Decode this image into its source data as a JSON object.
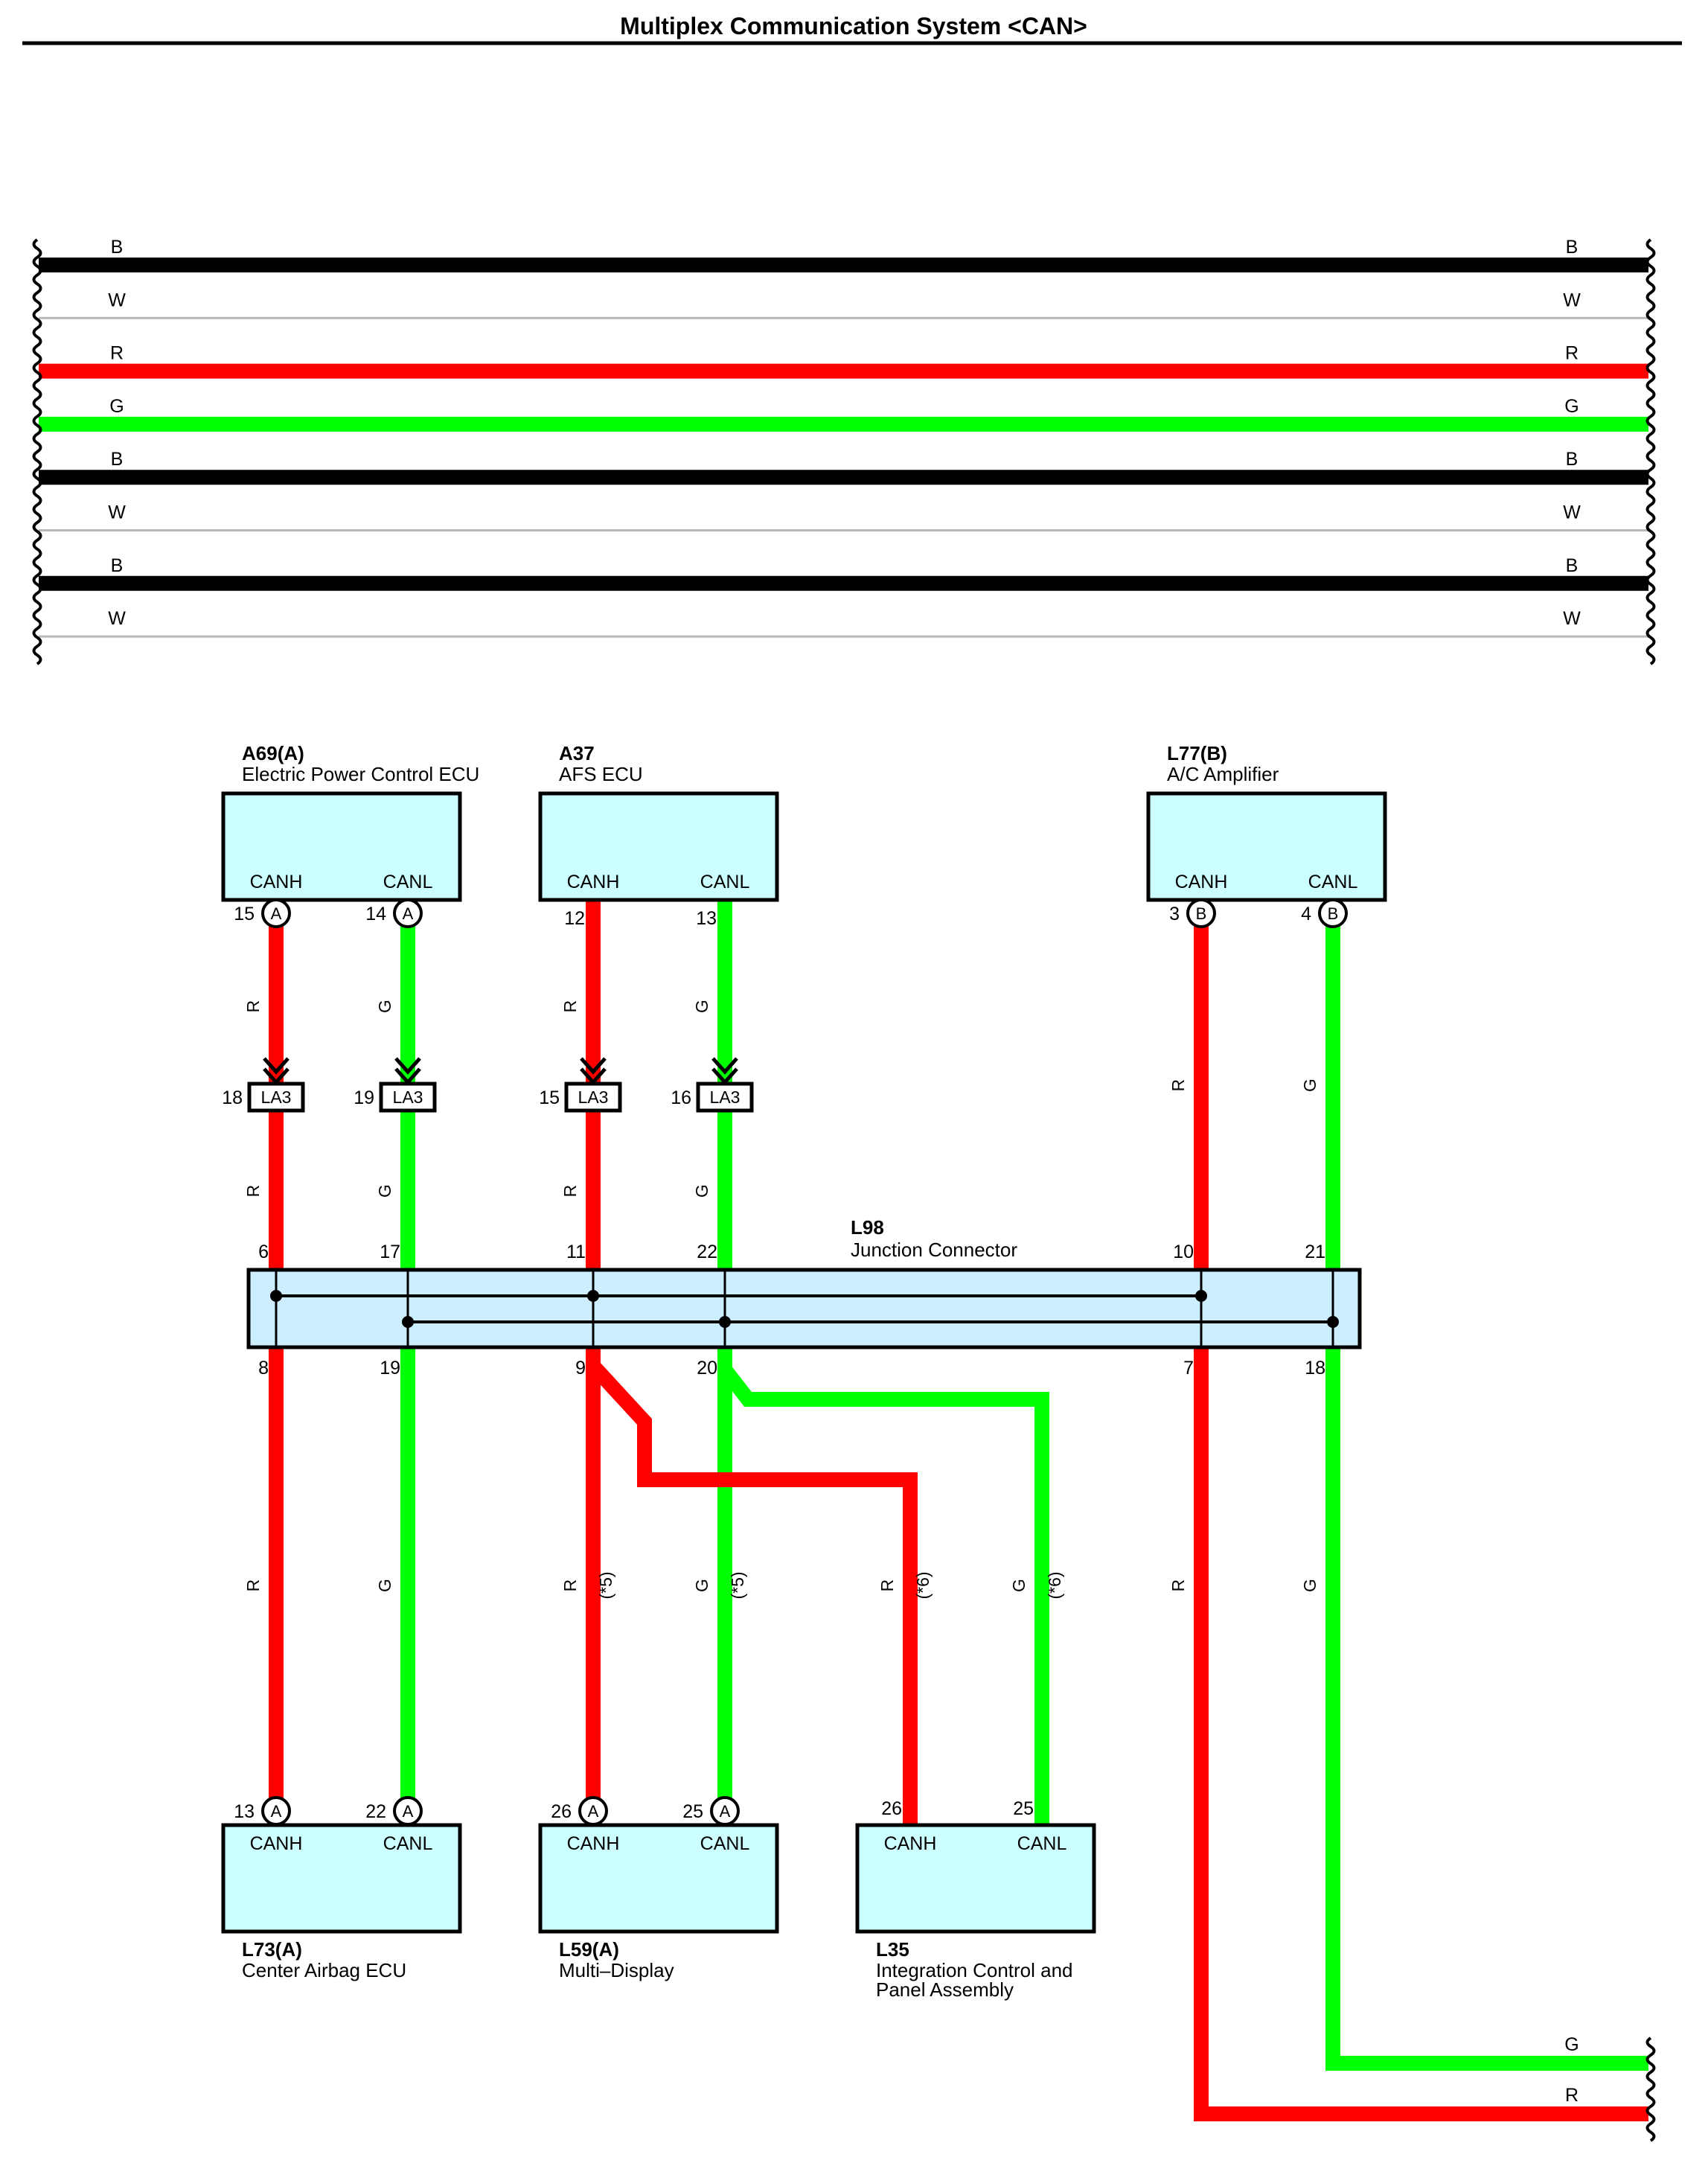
{
  "title": "Multiplex Communication System <CAN>",
  "colors": {
    "R": "#ff0000",
    "G": "#00ff00",
    "B": "#000000",
    "W": "#d0d0d0",
    "ecu_fill": "#ccffff",
    "junction_fill": "#cceeff"
  },
  "bus_lines": [
    {
      "color": "B",
      "left_label": "B",
      "right_label": "B"
    },
    {
      "color": "W",
      "left_label": "W",
      "right_label": "W"
    },
    {
      "color": "R",
      "left_label": "R",
      "right_label": "R"
    },
    {
      "color": "G",
      "left_label": "G",
      "right_label": "G"
    },
    {
      "color": "B",
      "left_label": "B",
      "right_label": "B"
    },
    {
      "color": "W",
      "left_label": "W",
      "right_label": "W"
    },
    {
      "color": "B",
      "left_label": "B",
      "right_label": "B"
    },
    {
      "color": "W",
      "left_label": "W",
      "right_label": "W"
    }
  ],
  "top_components": [
    {
      "code": "A69(A)",
      "name": "Electric Power Control ECU",
      "pins": [
        {
          "label": "CANH",
          "num": "15",
          "badge": "A"
        },
        {
          "label": "CANL",
          "num": "14",
          "badge": "A"
        }
      ]
    },
    {
      "code": "A37",
      "name": "AFS ECU",
      "pins": [
        {
          "label": "CANH",
          "num": "12",
          "badge": ""
        },
        {
          "label": "CANL",
          "num": "13",
          "badge": ""
        }
      ]
    },
    {
      "code": "L77(B)",
      "name": "A/C Amplifier",
      "pins": [
        {
          "label": "CANH",
          "num": "3",
          "badge": "B"
        },
        {
          "label": "CANL",
          "num": "4",
          "badge": "B"
        }
      ]
    }
  ],
  "connectors": [
    {
      "code": "LA3",
      "pin": "18"
    },
    {
      "code": "LA3",
      "pin": "19"
    },
    {
      "code": "LA3",
      "pin": "15"
    },
    {
      "code": "LA3",
      "pin": "16"
    }
  ],
  "junction": {
    "code": "L98",
    "name": "Junction Connector",
    "top_pins": [
      "6",
      "17",
      "11",
      "22",
      "10",
      "21"
    ],
    "bottom_pins": [
      "8",
      "19",
      "9",
      "20",
      "7",
      "18"
    ]
  },
  "bottom_components": [
    {
      "code": "L73(A)",
      "name": "Center Airbag ECU",
      "name2": "",
      "pins": [
        {
          "label": "CANH",
          "num": "13",
          "badge": "A"
        },
        {
          "label": "CANL",
          "num": "22",
          "badge": "A"
        }
      ]
    },
    {
      "code": "L59(A)",
      "name": "Multi–Display",
      "name2": "",
      "pins": [
        {
          "label": "CANH",
          "num": "26",
          "badge": "A"
        },
        {
          "label": "CANL",
          "num": "25",
          "badge": "A"
        }
      ]
    },
    {
      "code": "L35",
      "name": "Integration Control and",
      "name2": "Panel Assembly",
      "pins": [
        {
          "label": "CANH",
          "num": "26",
          "badge": ""
        },
        {
          "label": "CANL",
          "num": "25",
          "badge": ""
        }
      ]
    }
  ],
  "wire_labels": {
    "upper": [
      "R",
      "G",
      "R",
      "G"
    ],
    "middle": [
      "R",
      "G",
      "R",
      "G"
    ],
    "ac_amp": [
      "R",
      "G"
    ],
    "lower": [
      {
        "color": "R",
        "note": ""
      },
      {
        "color": "G",
        "note": ""
      },
      {
        "color": "R",
        "note": "(*5)"
      },
      {
        "color": "G",
        "note": "(*5)"
      },
      {
        "color": "R",
        "note": "(*6)"
      },
      {
        "color": "G",
        "note": "(*6)"
      },
      {
        "color": "R",
        "note": ""
      },
      {
        "color": "G",
        "note": ""
      }
    ],
    "exit": [
      "G",
      "R"
    ]
  }
}
